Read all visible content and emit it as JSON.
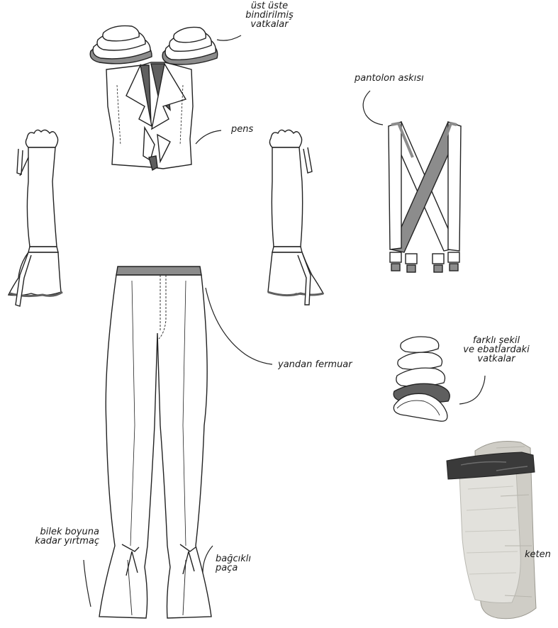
{
  "labels": {
    "pads_top": "üst üste\nbindirilmiş\nvatkalar",
    "suspenders": "pantolon askısı",
    "pens": "pens",
    "side_zip": "yandan fermuar",
    "pads_various": "farklı şekil\nve ebatlardaki\nvatkalar",
    "ankle_slit": "bilek boyuna\nkadar yırtmaç",
    "laced_hem": "bağcıklı\npaça",
    "linen": "keten"
  },
  "colors": {
    "line": "#222222",
    "fill_white": "#ffffff",
    "fill_gray": "#8c8c8c",
    "fill_dark": "#5f5f5f",
    "tape": "#3a3a3a",
    "linen": "#d9d8d2",
    "linen_dark": "#b9b8b1"
  }
}
